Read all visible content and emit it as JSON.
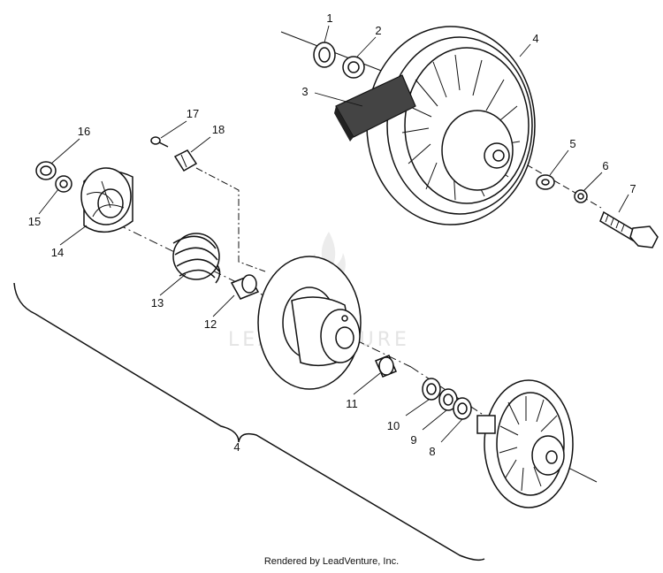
{
  "diagram": {
    "callouts": [
      {
        "id": "c1",
        "label": "1"
      },
      {
        "id": "c2",
        "label": "2"
      },
      {
        "id": "c3",
        "label": "3"
      },
      {
        "id": "c4a",
        "label": "4"
      },
      {
        "id": "c5",
        "label": "5"
      },
      {
        "id": "c6",
        "label": "6"
      },
      {
        "id": "c7",
        "label": "7"
      },
      {
        "id": "c8",
        "label": "8"
      },
      {
        "id": "c9",
        "label": "9"
      },
      {
        "id": "c10",
        "label": "10"
      },
      {
        "id": "c11",
        "label": "11"
      },
      {
        "id": "c12",
        "label": "12"
      },
      {
        "id": "c13",
        "label": "13"
      },
      {
        "id": "c14",
        "label": "14"
      },
      {
        "id": "c15",
        "label": "15"
      },
      {
        "id": "c16",
        "label": "16"
      },
      {
        "id": "c17",
        "label": "17"
      },
      {
        "id": "c18",
        "label": "18"
      },
      {
        "id": "c4b",
        "label": "4"
      }
    ],
    "watermark": "LEADVENTURE",
    "footer": "Rendered by LeadVenture, Inc."
  }
}
